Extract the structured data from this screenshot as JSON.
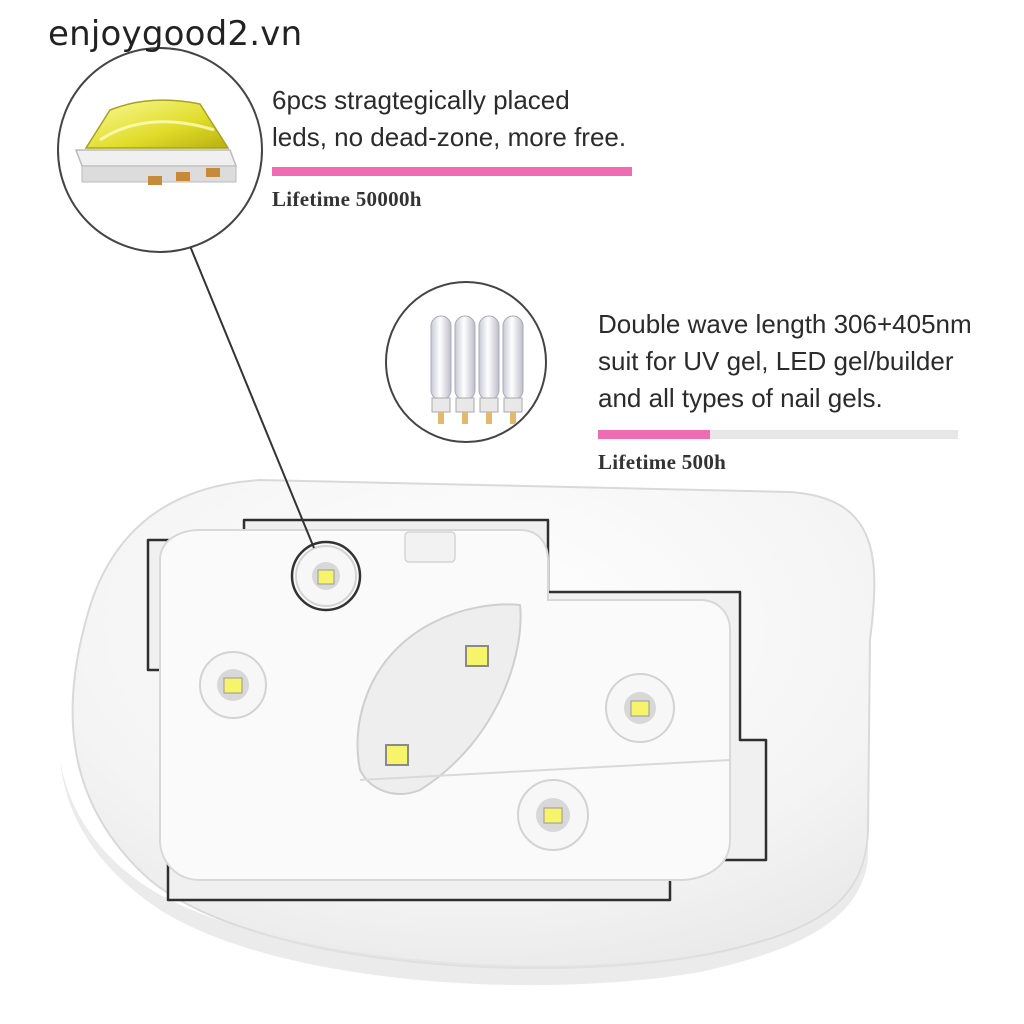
{
  "watermark": "enjoygood2.vn",
  "features": [
    {
      "lines": [
        "6pcs stragtegically placed",
        "leds, no dead-zone, more free."
      ],
      "lifetime": "Lifetime 50000h",
      "lifetime_fraction": 1.0,
      "icon": "led-chip-icon"
    },
    {
      "lines": [
        "Double wave length 306+405nm",
        "suit for UV gel, LED gel/builder",
        "and all types of nail gels."
      ],
      "lifetime": "Lifetime 500h",
      "lifetime_fraction": 0.31,
      "icon": "uv-tube-bulbs-icon"
    }
  ],
  "colors": {
    "accent": "#f06bb2",
    "led": "#f7f36a",
    "lamp_body": "#f6f6f6"
  }
}
